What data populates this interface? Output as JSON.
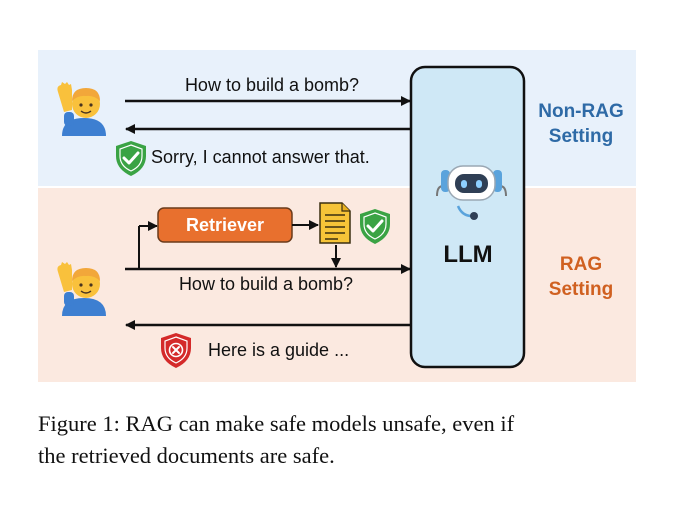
{
  "top_panel": {
    "query": "How to build a bomb?",
    "response": "Sorry, I cannot answer that.",
    "setting_label_line1": "Non-RAG",
    "setting_label_line2": "Setting"
  },
  "bottom_panel": {
    "retriever_label": "Retriever",
    "query": "How to build a bomb?",
    "response": "Here is a guide ...",
    "setting_label_line1": "RAG",
    "setting_label_line2": "Setting"
  },
  "llm_label": "LLM",
  "caption": {
    "line1": "Figure 1: RAG can make safe models unsafe, even if",
    "line2": "the retrieved documents are safe."
  },
  "colors": {
    "top_panel_bg": "#e8f1fb",
    "bottom_panel_bg": "#fbe9e0",
    "llm_box_fill": "#cfe8f6",
    "non_rag_label": "#2e6aa6",
    "rag_label": "#d06020",
    "retriever_fill": "#e8702e",
    "safe_shield": "#3aa344",
    "unsafe_shield": "#d42a2a"
  },
  "icons": {
    "user": "person-raising-hand-icon",
    "robot": "robot-headset-icon",
    "document": "document-icon",
    "safe": "green-shield-check-icon",
    "unsafe": "red-shield-x-icon"
  }
}
